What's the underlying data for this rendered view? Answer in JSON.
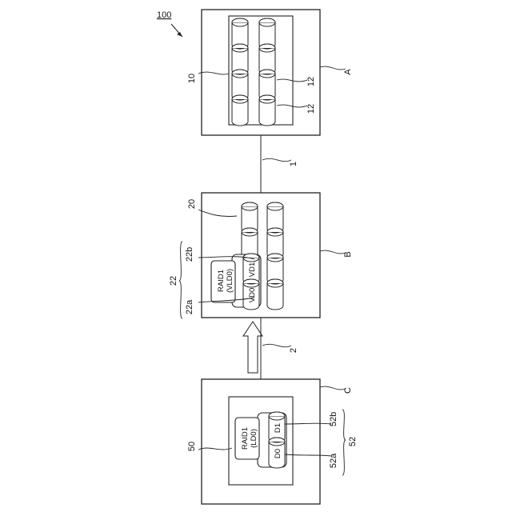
{
  "figure": {
    "ref": "100",
    "nodes": {
      "a": {
        "tag": "A",
        "ref": "10",
        "disk_ref_1": "12",
        "disk_ref_2": "12"
      },
      "b": {
        "tag": "B",
        "ref": "20",
        "raid_label_1": "RAID1",
        "raid_label_2": "(VLD0)",
        "disk0": "VD0",
        "disk1": "VD1",
        "group_ref": "22",
        "group_ref_a": "22a",
        "group_ref_b": "22b"
      },
      "c": {
        "tag": "C",
        "ref": "50",
        "raid_label_1": "RAID1",
        "raid_label_2": "(LD0)",
        "disk0": "D0",
        "disk1": "D1",
        "group_ref": "52",
        "group_ref_a": "52a",
        "group_ref_b": "52b"
      }
    },
    "links": {
      "ab": "1",
      "bc": "2"
    }
  }
}
